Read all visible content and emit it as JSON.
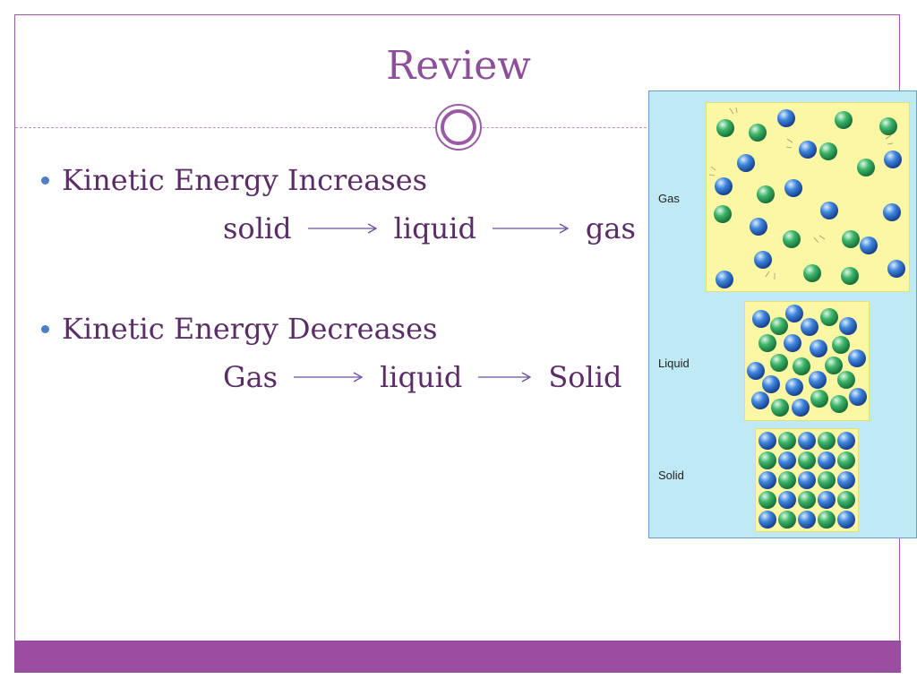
{
  "title": "Review",
  "bullets": [
    {
      "text": "Kinetic Energy Increases",
      "sequence": [
        "solid",
        "liquid",
        "gas"
      ]
    },
    {
      "text": "Kinetic Energy Decreases",
      "sequence": [
        "Gas",
        "liquid",
        "Solid"
      ]
    }
  ],
  "figure": {
    "labels": {
      "gas": "Gas",
      "liquid": "Liquid",
      "solid": "Solid"
    }
  },
  "colors": {
    "accent": "#9b4da2",
    "title": "#8e4f9a",
    "text": "#5a2d66",
    "bullet": "#4e7cc5",
    "particle_blue": "#2f6fc9",
    "particle_green": "#2fa55b",
    "figure_bg": "#bfe9f3",
    "panel_bg": "#fbf7a4"
  }
}
